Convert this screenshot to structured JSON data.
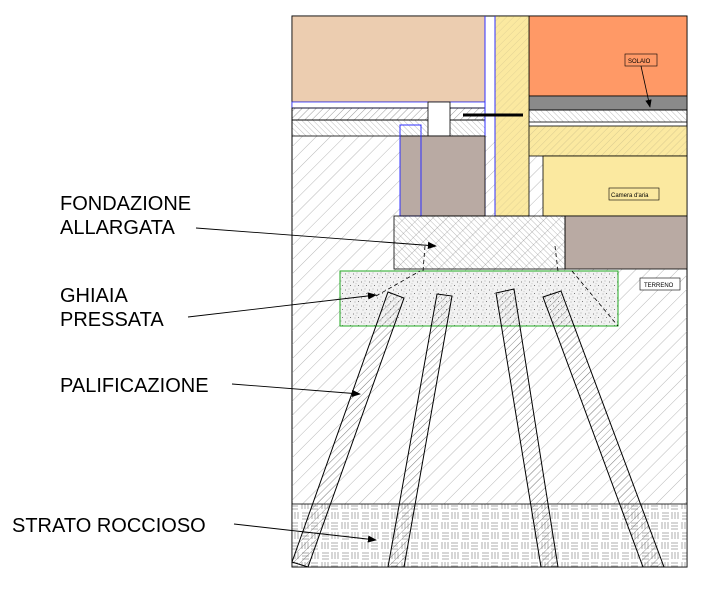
{
  "labels": {
    "fondazione_1": "FONDAZIONE",
    "fondazione_2": "ALLARGATA",
    "ghiaia_1": "GHIAIA",
    "ghiaia_2": "PRESSATA",
    "palificazione": "PALIFICAZIONE",
    "strato": "STRATO ROCCIOSO"
  },
  "tags": {
    "solaio": "SOLAIO",
    "camera": "Camera d'aria",
    "terreno": "TERRENO"
  },
  "colors": {
    "wall_beige": "#eccdb0",
    "floor_orange": "#ff9966",
    "insulation_yellow": "#fbe9a0",
    "foundation_taupe": "#b9aaa3",
    "hatch_grey": "#c8c8c8",
    "outline_blue": "#3030ff",
    "gravel_green": "#22aa22"
  },
  "icons": [
    "leader-arrow",
    "pile-hatch",
    "rock-pattern",
    "gravel-dots"
  ]
}
